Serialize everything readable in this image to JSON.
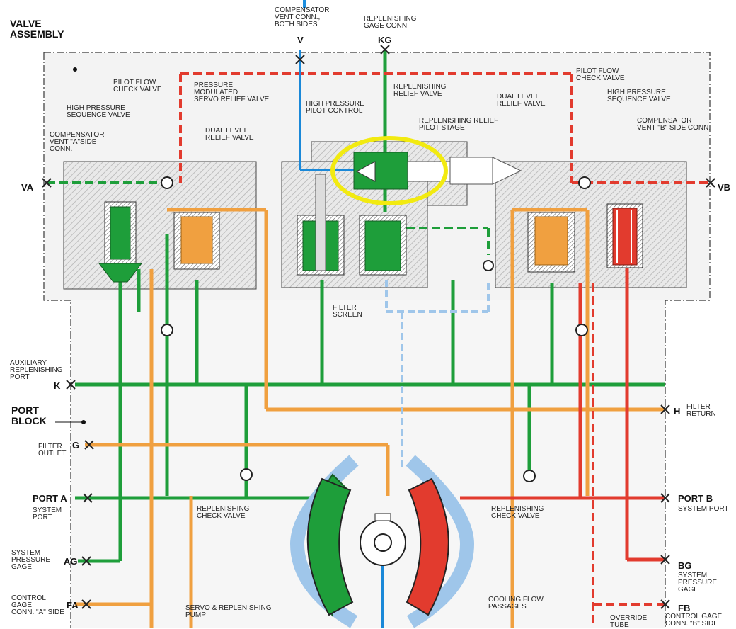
{
  "title": "VALVE\nASSEMBLY",
  "port_block": "PORT\nBLOCK",
  "labels": {
    "comp_vent_both": "COMPENSATOR\nVENT CONN.,\nBOTH SIDES",
    "v": "V",
    "repl_gage": "REPLENISHING\nGAGE CONN.",
    "kg": "KG",
    "pilot_flow_left": "PILOT FLOW\nCHECK VALVE",
    "press_mod": "PRESSURE\nMODULATED\nSERVO RELIEF VALVE",
    "hp_pilot": "HIGH PRESSURE\nPILOT CONTROL",
    "repl_relief": "REPLENISHING\nRELIEF VALVE",
    "repl_relief_pilot": "REPLENISHING RELIEF\nPILOT STAGE",
    "dual_right": "DUAL LEVEL\nRELIEF VALVE",
    "pilot_flow_right": "PILOT FLOW\nCHECK VALVE",
    "hp_seq_right": "HIGH PRESSURE\nSEQUENCE VALVE",
    "comp_b": "COMPENSATOR\nVENT \"B\" SIDE CONN.",
    "vb": "VB",
    "hp_seq_left": "HIGH PRESSURE\nSEQUENCE VALVE",
    "comp_a": "COMPENSATOR\nVENT \"A\"SIDE\nCONN.",
    "va": "VA",
    "dual_left": "DUAL LEVEL\nRELIEF VALVE",
    "filter_screen": "FILTER\nSCREEN",
    "aux_repl": "AUXILIARY\nREPLENISHING\nPORT",
    "k": "K",
    "h": "H",
    "filter_return": "FILTER\nRETURN",
    "filter_outlet": "FILTER\nOUTLET",
    "g": "G",
    "port_a": "PORT A",
    "system_port_a": "SYSTEM\nPORT",
    "port_b": "PORT B",
    "system_port_b": "SYSTEM PORT",
    "repl_check_left": "REPLENISHING\nCHECK VALVE",
    "repl_check_right": "REPLENISHING\nCHECK VALVE",
    "sys_press_gage": "SYSTEM\nPRESSURE\nGAGE",
    "ag": "AG",
    "bg": "BG",
    "bg_sub": "SYSTEM\nPRESSURE\nGAGE",
    "control_gage_a": "CONTROL\nGAGE\nCONN. \"A\" SIDE",
    "fa": "FA",
    "fb": "FB",
    "control_gage_b": "CONTROL GAGE\nCONN. \"B\" SIDE",
    "servo_pump": "SERVO & REPLENISHING\nPUMP",
    "cooling": "COOLING FLOW\nPASSAGES",
    "override": "OVERRIDE\nTUBE"
  },
  "colors": {
    "green": "#1e9e3a",
    "orange": "#f0a040",
    "red": "#e23b2e",
    "blue": "#1a88d8",
    "lightblue": "#9fc6ea",
    "highlight": "#f2ea10",
    "hatch": "#cfcfcf"
  }
}
